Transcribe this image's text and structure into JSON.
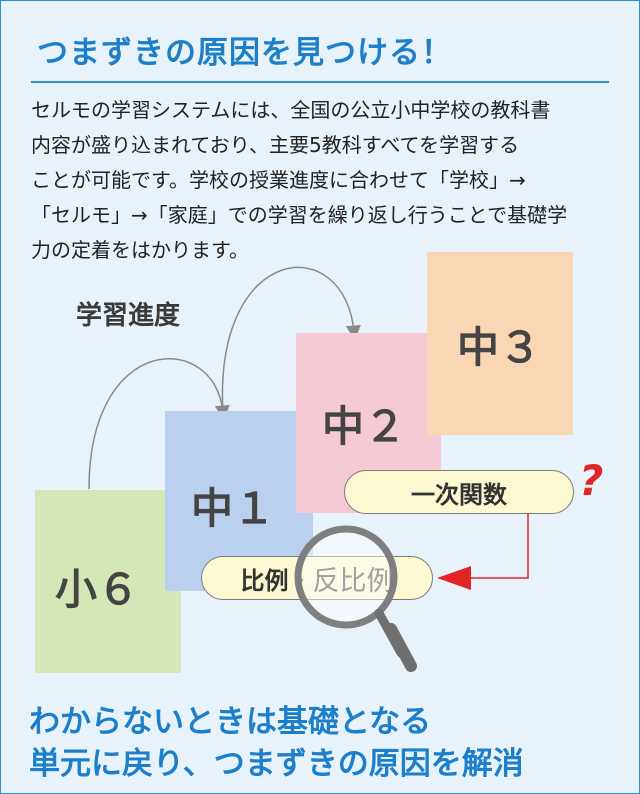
{
  "title": "つまずきの原因を見つける！",
  "intro": {
    "lines": [
      "セルモの学習システムには、全国の公立小中学校の教科書",
      "内容が盛り込まれており、主要5教科すべてを学習する",
      "ことが可能です。学校の授業進度に合わせて「学校」→",
      "「セルモ」→「家庭」での学習を繰り返し行うことで基礎学",
      "力の定着をはかります。"
    ]
  },
  "diagram": {
    "progress_label": "学習進度",
    "grades": [
      {
        "label": "小６",
        "color": "#d6e7b7"
      },
      {
        "label": "中１",
        "color": "#b9d1ee"
      },
      {
        "label": "中２",
        "color": "#f6cad5"
      },
      {
        "label": "中３",
        "color": "#f9d6b4"
      }
    ],
    "topic_upper": "一次関数",
    "topic_lower": {
      "left": "比例",
      "separator": "・",
      "right": "反比例"
    },
    "question_mark": "?",
    "arrow_color": "#e02626",
    "icons": [
      "magnifier-icon",
      "curved-arrow-icon",
      "red-arrow-icon"
    ]
  },
  "conclusion": {
    "line1": "わからないときは基礎となる",
    "line2": "単元に戻り、つまずきの原因を解消"
  }
}
